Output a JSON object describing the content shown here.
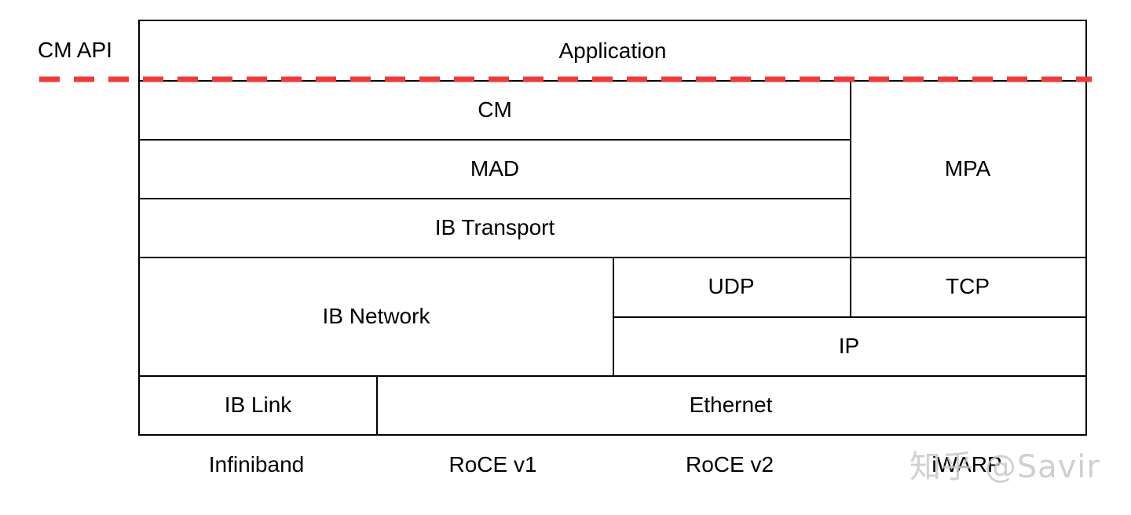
{
  "side_label": "CM API",
  "layers": {
    "application": "Application",
    "cm": "CM",
    "mad": "MAD",
    "ib_transport": "IB Transport",
    "mpa": "MPA",
    "ib_network": "IB Network",
    "udp": "UDP",
    "tcp": "TCP",
    "ip": "IP",
    "ib_link": "IB Link",
    "ethernet": "Ethernet"
  },
  "columns": {
    "infiniband": "Infiniband",
    "roce_v1": "RoCE v1",
    "roce_v2": "RoCE v2",
    "iwarp": "iWARP"
  },
  "watermark": "知乎 @Savir",
  "colors": {
    "api_line": "#ef3b3b",
    "border": "#000000",
    "background": "#ffffff"
  }
}
